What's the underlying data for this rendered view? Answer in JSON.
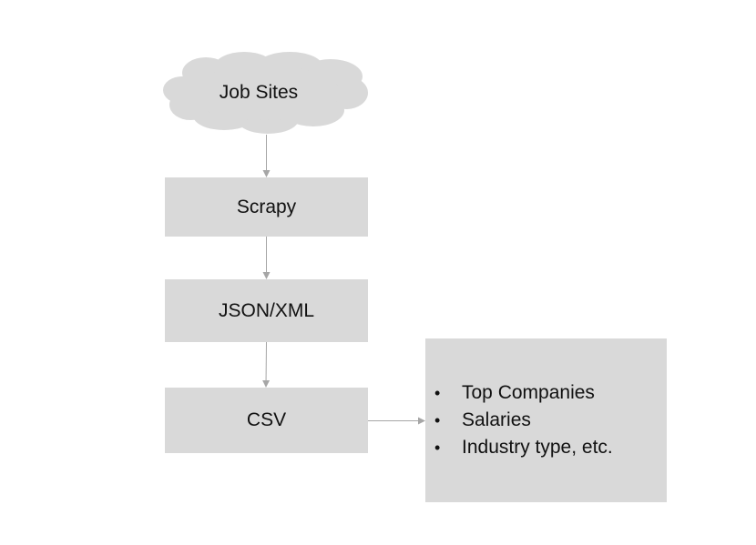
{
  "diagram": {
    "nodes": {
      "source": {
        "label": "Job Sites",
        "shape": "cloud",
        "fill": "#d9d9d9"
      },
      "scraper": {
        "label": "Scrapy",
        "shape": "rectangle",
        "fill": "#d9d9d9"
      },
      "format": {
        "label": "JSON/XML",
        "shape": "rectangle",
        "fill": "#d9d9d9"
      },
      "table": {
        "label": "CSV",
        "shape": "rectangle",
        "fill": "#d9d9d9"
      },
      "outputs": {
        "shape": "rectangle",
        "fill": "#d9d9d9",
        "bullet": "•",
        "items": [
          "Top Companies",
          "Salaries",
          "Industry type, etc."
        ]
      }
    },
    "edges": [
      {
        "from": "Job Sites",
        "to": "Scrapy"
      },
      {
        "from": "Scrapy",
        "to": "JSON/XML"
      },
      {
        "from": "JSON/XML",
        "to": "CSV"
      },
      {
        "from": "CSV",
        "to": "outputs"
      }
    ],
    "connector_color": "#a6a6a6"
  }
}
